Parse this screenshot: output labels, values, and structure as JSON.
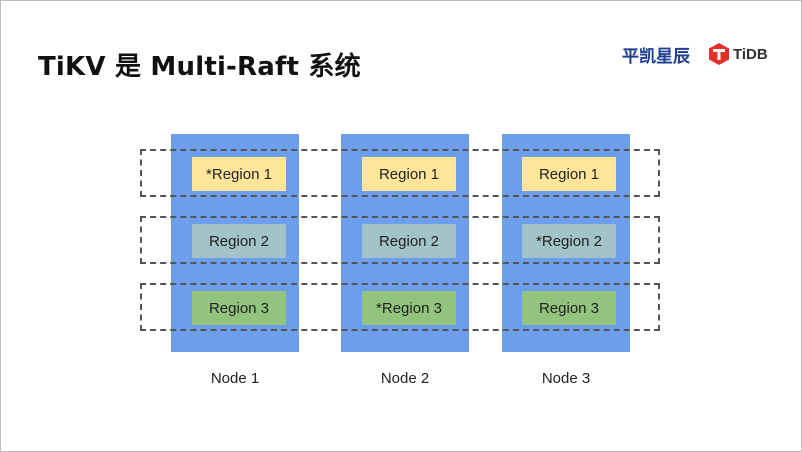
{
  "slide": {
    "title": "TiKV 是 Multi-Raft 系统",
    "brand_cn": "平凯星辰",
    "logo_text": "TiDB",
    "logo_color": "#e3312a"
  },
  "colors": {
    "node": "#6d9eeb",
    "region1": "#ffe599",
    "region2": "#a2c4c9",
    "region3": "#93c47d"
  },
  "nodes": [
    {
      "label": "Node 1",
      "regions": [
        "*Region 1",
        "Region 2",
        "Region 3"
      ]
    },
    {
      "label": "Node 2",
      "regions": [
        "Region 1",
        "Region 2",
        "*Region 3"
      ]
    },
    {
      "label": "Node 3",
      "regions": [
        "Region 1",
        "*Region 2",
        "Region 3"
      ]
    }
  ]
}
